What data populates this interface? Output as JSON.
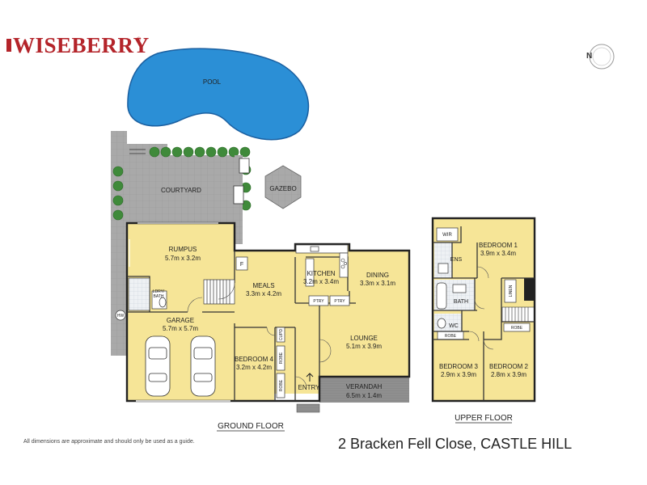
{
  "brand": {
    "name": "WISEBERRY",
    "registered_mark": "®"
  },
  "compass": {
    "label": "N"
  },
  "outdoor": {
    "pool": "POOL",
    "courtyard": "COURTYARD",
    "gazebo": "GAZEBO",
    "hw": "HW",
    "verandah": {
      "name": "VERANDAH",
      "dims": "6.5m x 1.4m"
    },
    "entry": "ENTRY"
  },
  "ground_floor": {
    "label": "GROUND FLOOR",
    "rooms": {
      "rumpus": {
        "name": "RUMPUS",
        "dims": "5.7m x 3.2m"
      },
      "garage": {
        "name": "GARAGE",
        "dims": "5.7m x 5.7m"
      },
      "meals": {
        "name": "MEALS",
        "dims": "3.3m x 4.2m"
      },
      "kitchen": {
        "name": "KITCHEN",
        "dims": "3.2m x 3.4m"
      },
      "dining": {
        "name": "DINING",
        "dims": "3.3m x 3.1m"
      },
      "lounge": {
        "name": "LOUNGE",
        "dims": "5.1m x 3.9m"
      },
      "bedroom4": {
        "name": "BEDROOM 4",
        "dims": "3.2m x 4.2m"
      }
    },
    "small_labels": {
      "ldry_bath_1": "LDRY/",
      "ldry_bath_2": "BATH",
      "fireplace": "F",
      "pantry_1": "PTRY",
      "pantry_2": "PTRY",
      "cupboard": "CUPD",
      "robe_1": "ROBE",
      "robe_2": "ROBE"
    }
  },
  "upper_floor": {
    "label": "UPPER FLOOR",
    "rooms": {
      "bedroom1": {
        "name": "BEDROOM 1",
        "dims": "3.9m x 3.4m"
      },
      "bedroom2": {
        "name": "BEDROOM 2",
        "dims": "2.8m x 3.9m"
      },
      "bedroom3": {
        "name": "BEDROOM 3",
        "dims": "2.9m x 3.9m"
      }
    },
    "small_labels": {
      "wir": "WIR",
      "ens": "ENS",
      "bath": "BATH",
      "wc": "WC",
      "linen": "LINEN",
      "robe_1": "ROBE",
      "robe_2": "ROBE"
    }
  },
  "footer": {
    "disclaimer": "All dimensions are approximate and should only be used as a guide.",
    "address": "2 Bracken Fell Close, CASTLE HILL"
  },
  "colors": {
    "room_fill": "#f6e597",
    "pool_fill": "#2b8fd6",
    "paving": "#a8a8a8",
    "hedge": "#3f8a3a",
    "brand_red": "#b4242a",
    "wall": "#222222"
  }
}
